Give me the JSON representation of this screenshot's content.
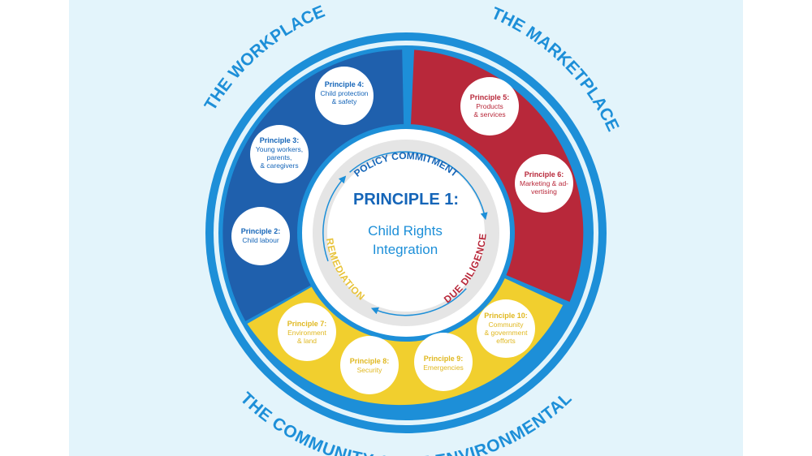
{
  "colors": {
    "background": "#e3f4fb",
    "ring_blue": "#1d8fd8",
    "workplace": "#1f60ad",
    "marketplace": "#b8283a",
    "community": "#f1cf2e",
    "text_yellow": "#e0b820"
  },
  "ring_titles": {
    "workplace": "THE WORKPLACE",
    "marketplace": "THE MARKETPLACE",
    "community": "THE COMMUNITY & THE ENVIRONMENTAL"
  },
  "cycle": {
    "policy": "POLICY COMMITMENT",
    "due_diligence": "DUE DILIGENCE",
    "remediation": "REMEDIATION"
  },
  "center": {
    "heading": "PRINCIPLE 1:",
    "line1": "Child Rights",
    "line2": "Integration"
  },
  "principles": {
    "p2": {
      "title": "Principle 2:",
      "lines": [
        "Child labour"
      ]
    },
    "p3": {
      "title": "Principle 3:",
      "lines": [
        "Young workers,",
        "parents,",
        "& caregivers"
      ]
    },
    "p4": {
      "title": "Principle 4:",
      "lines": [
        "Child protection",
        "& safety"
      ]
    },
    "p5": {
      "title": "Principle 5:",
      "lines": [
        "Products",
        "& services"
      ]
    },
    "p6": {
      "title": "Principle 6:",
      "lines": [
        "Marketing & ad-",
        "vertising"
      ]
    },
    "p7": {
      "title": "Principle 7:",
      "lines": [
        "Environment",
        "& land"
      ]
    },
    "p8": {
      "title": "Principle 8:",
      "lines": [
        "Security"
      ]
    },
    "p9": {
      "title": "Principle 9:",
      "lines": [
        "Emergencies"
      ]
    },
    "p10": {
      "title": "Principle 10:",
      "lines": [
        "Community",
        "& government",
        "efforts"
      ]
    }
  }
}
